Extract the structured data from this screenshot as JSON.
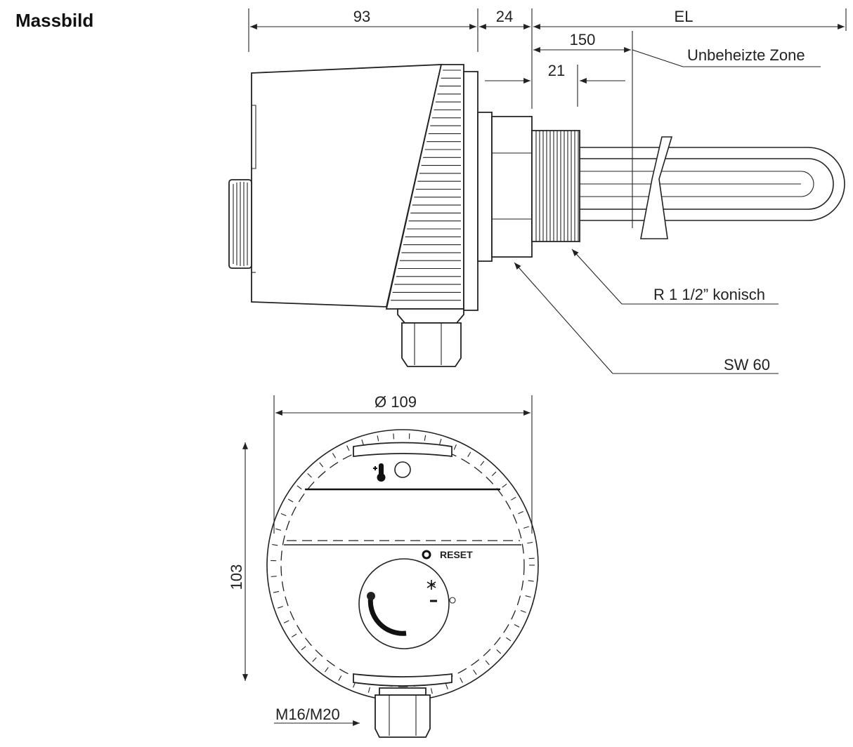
{
  "title": "Massbild",
  "side_view": {
    "dim_93": "93",
    "dim_24": "24",
    "dim_el": "EL",
    "dim_150": "150",
    "dim_21": "21",
    "label_unheated_zone": "Unbeheizte Zone",
    "label_thread": "R 1 1/2” konisch",
    "label_wrench": "SW 60"
  },
  "front_view": {
    "dim_diameter": "Ø 109",
    "dim_height": "103",
    "label_reset": "RESET",
    "label_gland": "M16/M20",
    "icon_thermometer": "thermometer-icon",
    "icon_snowflake": "snowflake-icon"
  }
}
